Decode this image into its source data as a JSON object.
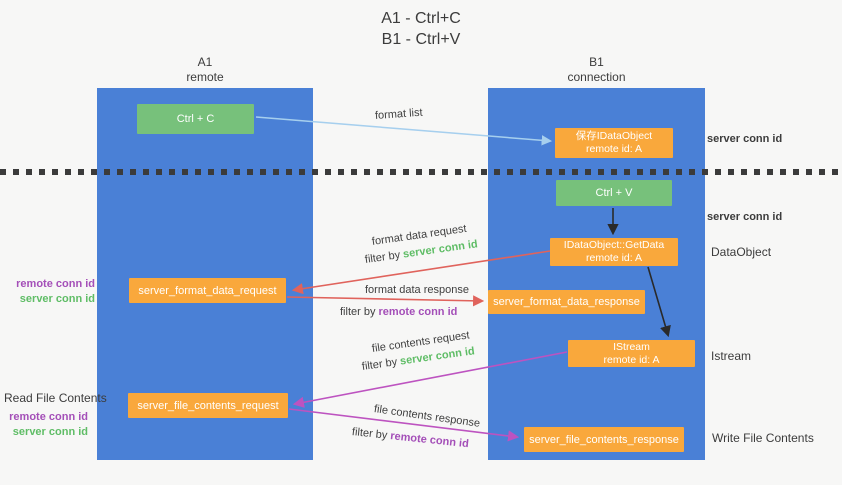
{
  "title": {
    "line1": "A1 - Ctrl+C",
    "line2": "B1 - Ctrl+V"
  },
  "lifelines": {
    "left": {
      "id": "A1",
      "role": "remote"
    },
    "right": {
      "id": "B1",
      "role": "connection"
    }
  },
  "shared": {
    "server_conn_id": "server conn id",
    "remote_conn_id": "remote conn id",
    "filter_by": "filter by "
  },
  "nodes": {
    "ctrl_c": {
      "label": "Ctrl + C"
    },
    "save_idataobject": {
      "line1": "保存IDataObject",
      "line2": "remote id: A"
    },
    "ctrl_v": {
      "label": "Ctrl + V"
    },
    "idataobject_getdata": {
      "line1": "IDataObject::GetData",
      "line2": "remote id: A"
    },
    "server_format_data_request": {
      "label": "server_format_data_request"
    },
    "server_format_data_response": {
      "label": "server_format_data_response"
    },
    "istream": {
      "line1": "IStream",
      "line2": "remote id: A"
    },
    "server_file_contents_request": {
      "label": "server_file_contents_request"
    },
    "server_file_contents_response": {
      "label": "server_file_contents_response"
    }
  },
  "arrow_labels": {
    "format_list": "format list",
    "format_data_request": "format data request",
    "format_data_response": "format data response",
    "file_contents_request": "file contents request",
    "file_contents_response": "file contents response"
  },
  "side_labels": {
    "dataobject": "DataObject",
    "istream": "Istream",
    "read_file_contents": "Read File Contents",
    "write_file_contents": "Write File Contents"
  },
  "colors": {
    "lifeline_blue": "#4a80d6",
    "node_green": "#77c17b",
    "node_orange": "#f9a83c",
    "arrow_red": "#e0635c",
    "arrow_magenta": "#bd53c0",
    "arrow_lightblue": "#a6cfee",
    "arrow_black": "#2a2a2a",
    "server_conn_green": "#5fbd66",
    "remote_conn_purple": "#a44fb8"
  }
}
